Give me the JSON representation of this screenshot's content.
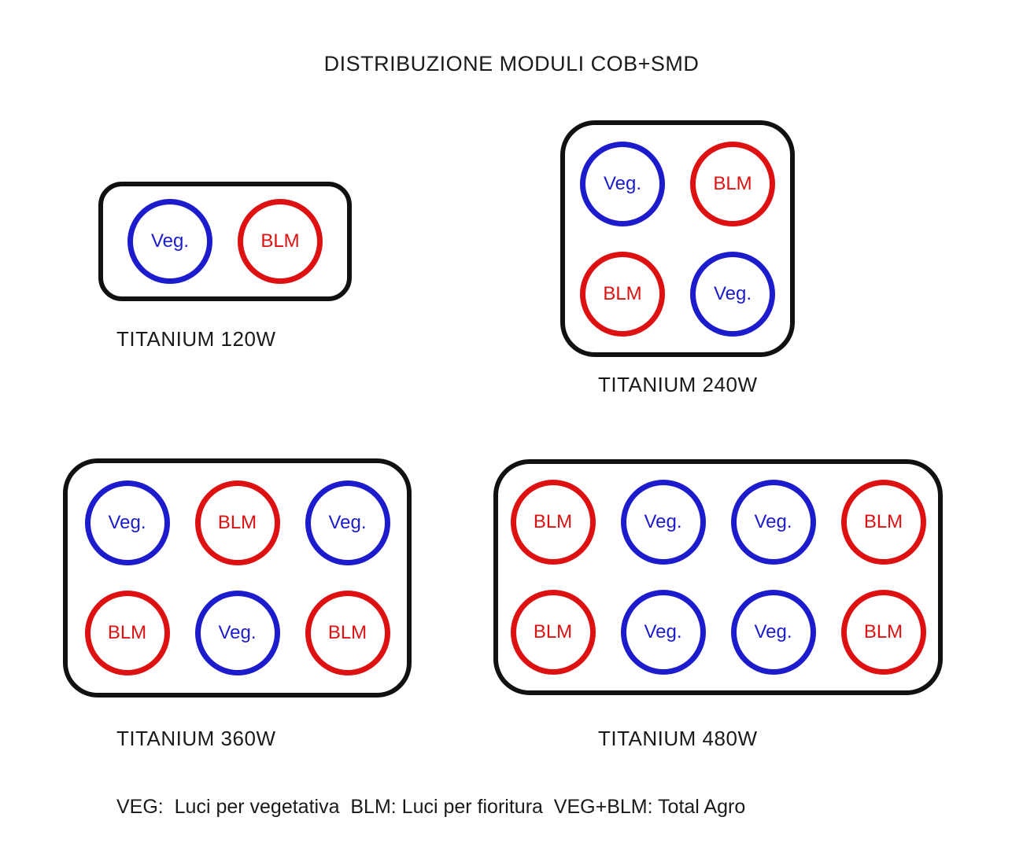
{
  "title": "DISTRIBUZIONE MODULI COB+SMD",
  "legend": "VEG:  Luci per vegetativa  BLM: Luci per fioritura  VEG+BLM: Total Agro",
  "colors": {
    "veg": "#1c1ccd",
    "blm": "#dd1111",
    "outline": "#111111"
  },
  "module_labels": {
    "veg": "Veg.",
    "blm": "BLM"
  },
  "panels": [
    {
      "label": "TITANIUM 120W",
      "rows": [
        [
          "veg",
          "blm"
        ]
      ]
    },
    {
      "label": "TITANIUM 240W",
      "rows": [
        [
          "veg",
          "blm"
        ],
        [
          "blm",
          "veg"
        ]
      ]
    },
    {
      "label": "TITANIUM 360W",
      "rows": [
        [
          "veg",
          "blm",
          "veg"
        ],
        [
          "blm",
          "veg",
          "blm"
        ]
      ]
    },
    {
      "label": "TITANIUM 480W",
      "rows": [
        [
          "blm",
          "veg",
          "veg",
          "blm"
        ],
        [
          "blm",
          "veg",
          "veg",
          "blm"
        ]
      ]
    }
  ]
}
